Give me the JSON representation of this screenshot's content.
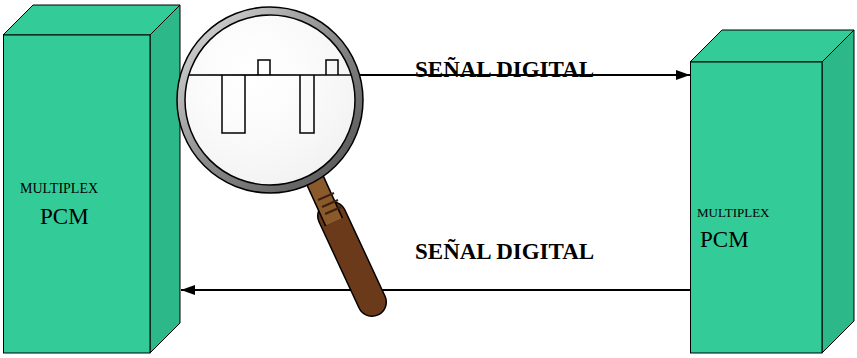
{
  "diagram": {
    "nodes": [
      {
        "text": [
          "MULTIPLEX",
          "PCM"
        ]
      },
      {
        "text": [
          "MULTIPLEX",
          "PCM"
        ]
      }
    ],
    "edges": [
      {
        "from": 0,
        "to": 1,
        "arrow": "to",
        "label": "SEÑAL DIGITAL"
      },
      {
        "from": 1,
        "to": 0,
        "arrow": "to",
        "label": "SEÑAL DIGITAL"
      }
    ]
  }
}
